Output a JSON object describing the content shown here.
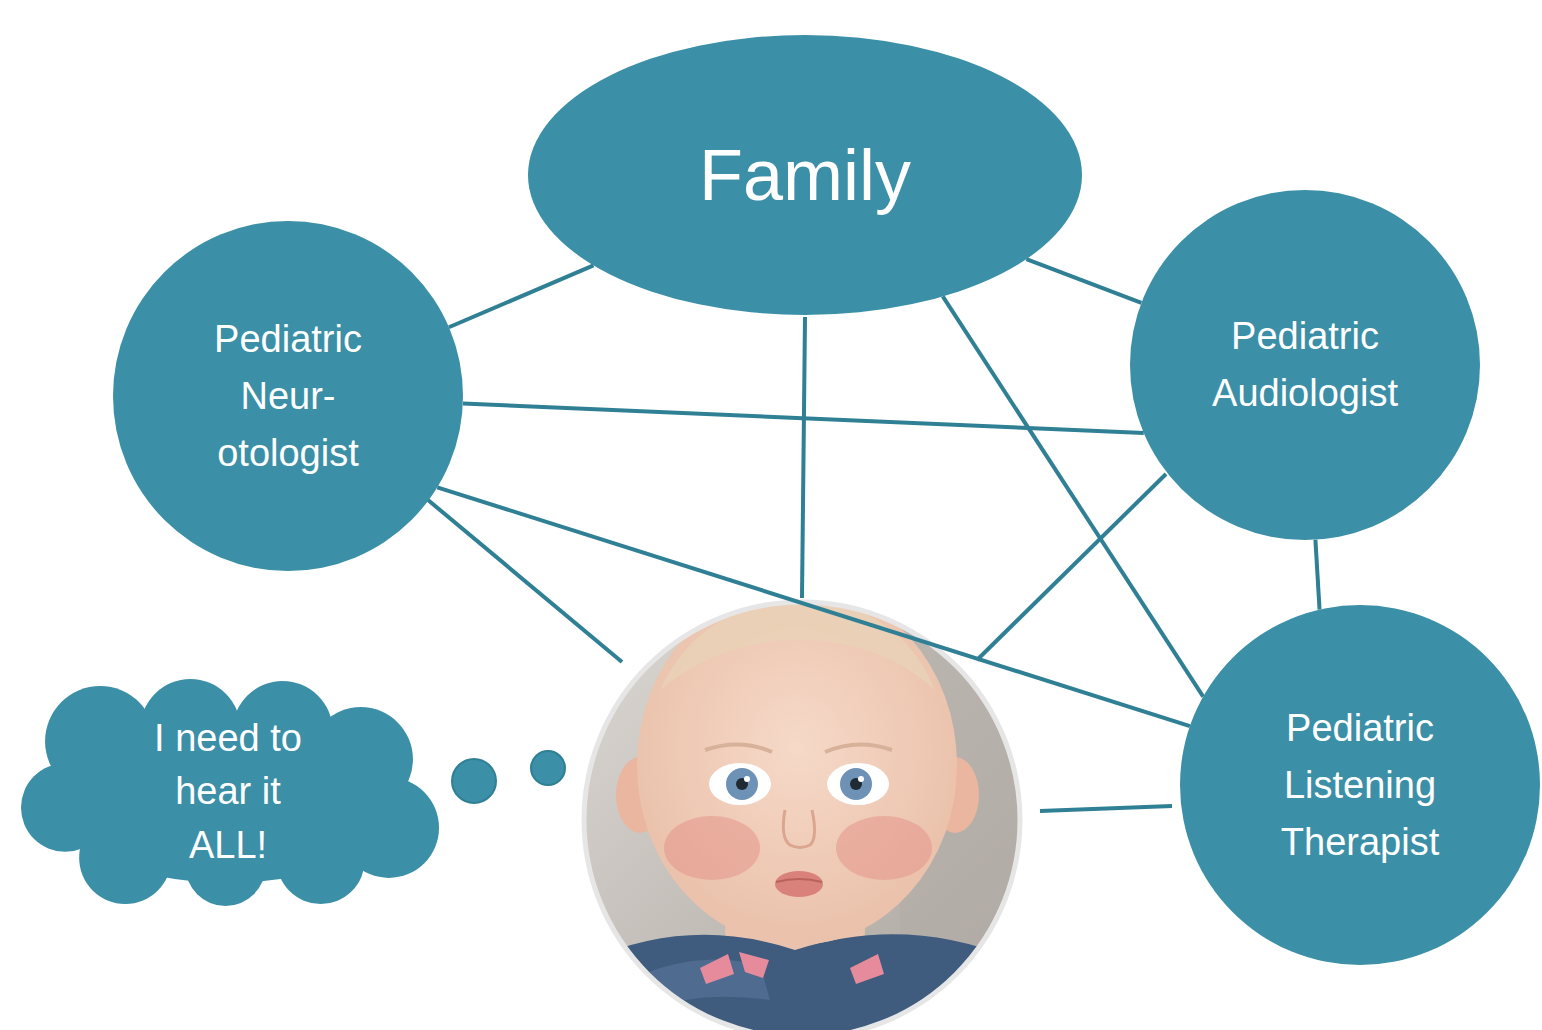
{
  "diagram": {
    "nodes": [
      {
        "text": [
          "Family"
        ]
      },
      {
        "text": [
          "Pediatric Neur- otologist"
        ]
      },
      {
        "text": [
          "Pediatric Audiologist"
        ]
      },
      {
        "text": [
          "Pediatric Listening Therapist"
        ]
      },
      {
        "text": [
          "I need to hear it ALL!"
        ]
      }
    ],
    "edges": [
      {
        "from": 0,
        "to": 1,
        "arrow": "none"
      },
      {
        "from": 0,
        "to": 2,
        "arrow": "none"
      },
      {
        "from": 0,
        "to": 3,
        "arrow": "none"
      },
      {
        "from": 1,
        "to": 2,
        "arrow": "none"
      },
      {
        "from": 1,
        "to": 3,
        "arrow": "none"
      },
      {
        "from": 2,
        "to": 3,
        "arrow": "none"
      }
    ]
  }
}
